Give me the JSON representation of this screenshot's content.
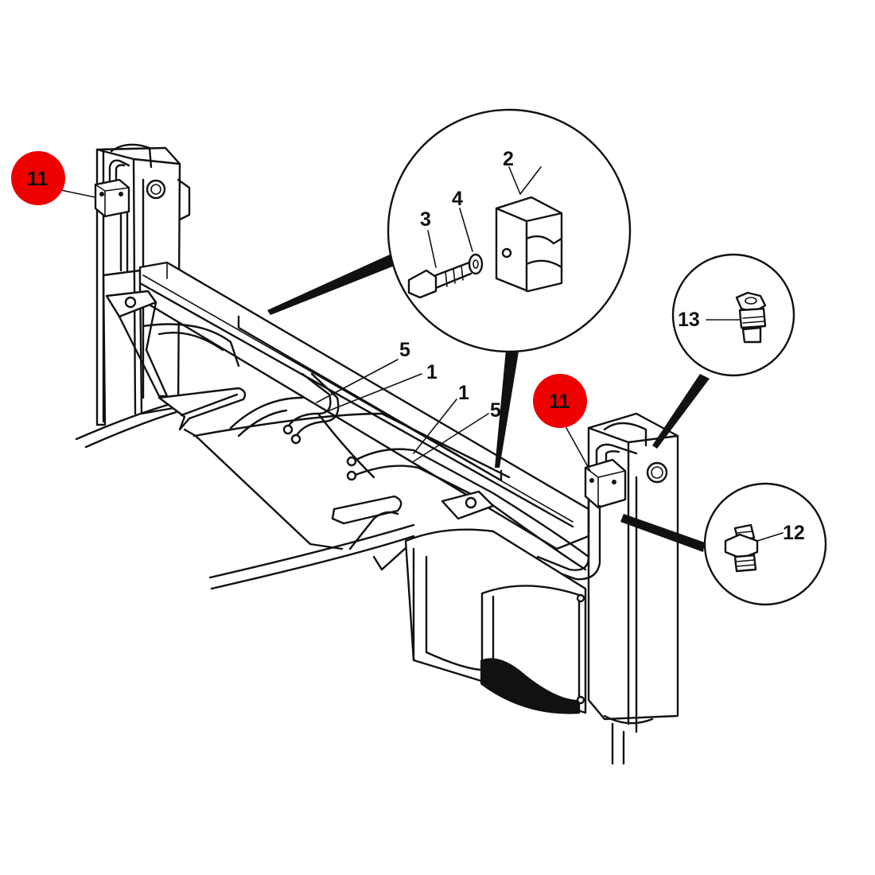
{
  "diagram": {
    "callouts": {
      "c1a": "1",
      "c1b": "1",
      "c2": "2",
      "c3": "3",
      "c4": "4",
      "c5a": "5",
      "c5b": "5",
      "c11a": "11",
      "c11b": "11",
      "c12": "12",
      "c13": "13"
    },
    "highlight_color": "#ee0000",
    "line_color": "#111111",
    "background_color": "#ffffff"
  }
}
